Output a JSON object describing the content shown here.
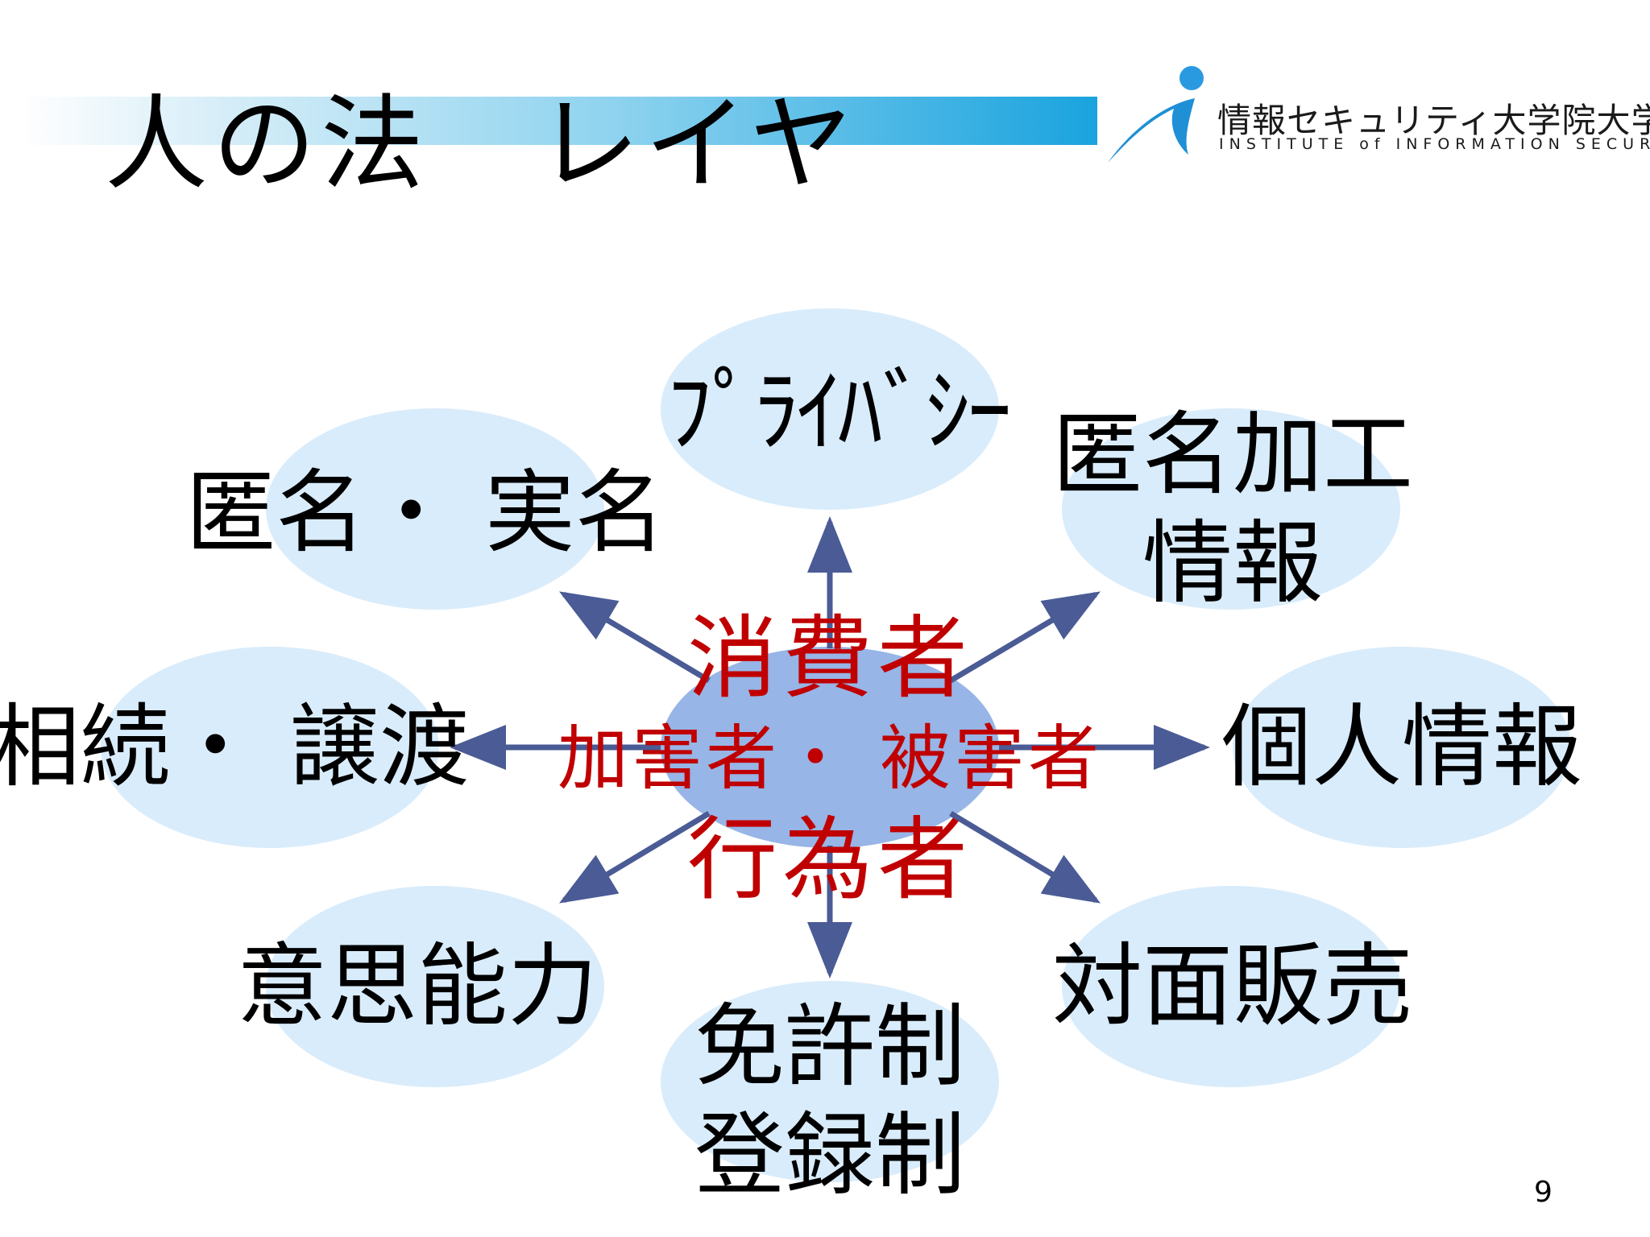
{
  "slide": {
    "title": "人の法　レイヤ",
    "page_number": "9"
  },
  "logo": {
    "name_jp": "情報セキュリティ大学院大学",
    "name_en": "INSTITUTE of INFORMATION SECURITY"
  },
  "diagram": {
    "center": {
      "line1": "消費者",
      "line2": "加害者・ 被害者",
      "line3": "行為者"
    },
    "nodes": {
      "top": "ﾌﾟﾗｲﾊﾞｼｰ",
      "top_left": "匿名・ 実名",
      "top_right_line1": "匿名加工",
      "top_right_line2": "情報",
      "left": "相続・ 譲渡",
      "right": "個人情報",
      "bottom_left": "意思能力",
      "bottom_right": "対面販売",
      "bottom_line1": "免許制",
      "bottom_line2": "登録制"
    },
    "colors": {
      "node_fill": "#d9ecfb",
      "center_fill": "#97b5e6",
      "arrow": "#4a5b95",
      "center_text": "#c00000"
    }
  }
}
